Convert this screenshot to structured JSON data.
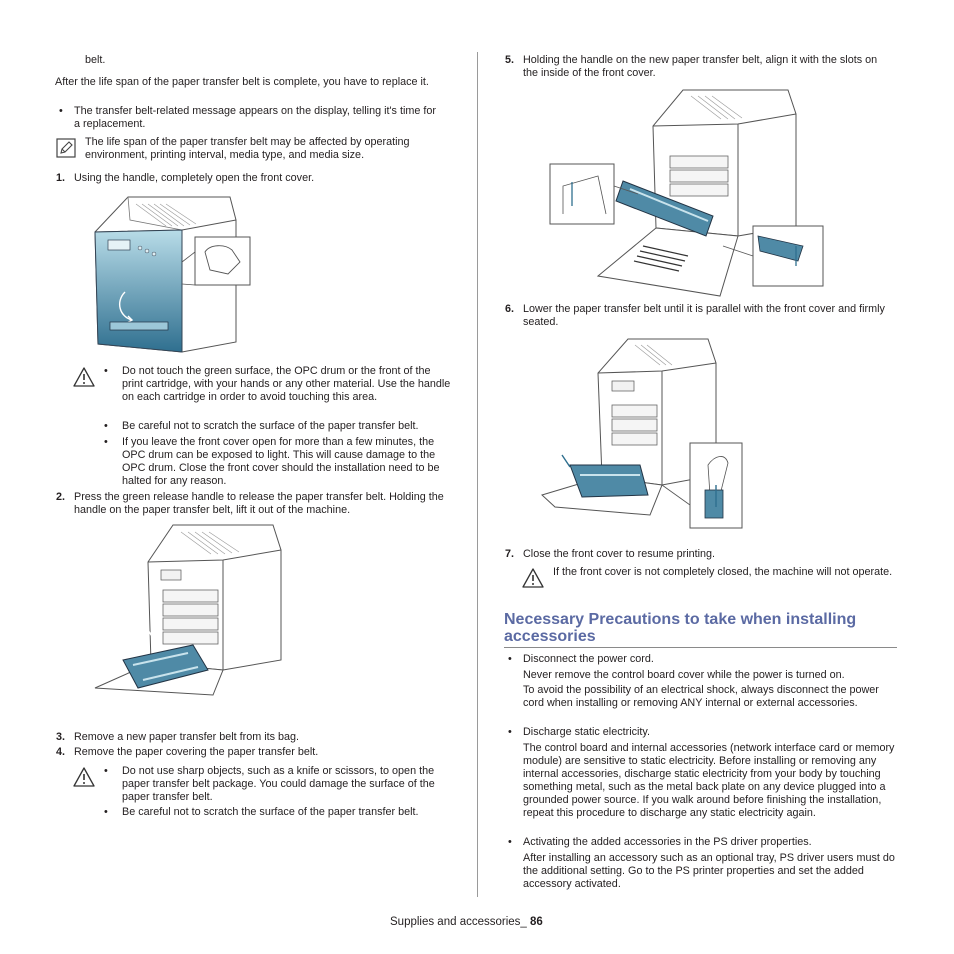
{
  "left": {
    "belt_fragment": "belt.",
    "intro": "After the life span of the paper transfer belt is complete, you have to replace it.",
    "bullet_message": "The transfer belt-related message appears on the display, telling it's time for a replacement.",
    "note_lifespan": "The life span of the paper transfer belt may be affected by operating environment, printing interval, media type, and media size.",
    "step1_num": "1.",
    "step1": "Using the handle, completely open the front cover.",
    "caution1": [
      "Do not touch the green surface, the OPC drum or the front of the print cartridge, with your hands or any other material. Use the handle on each cartridge in order to avoid touching this area.",
      "Be careful not to scratch the surface of the paper transfer belt.",
      "If you leave the front cover open for more than a few minutes, the OPC drum can be exposed to light. This will cause damage to the OPC drum. Close the front cover should the installation need to be halted for any reason."
    ],
    "step2_num": "2.",
    "step2": "Press the green release handle to release the paper transfer belt. Holding the handle on the paper transfer belt, lift it out of the machine.",
    "step3_num": "3.",
    "step3": "Remove a new paper transfer belt from its bag.",
    "step4_num": "4.",
    "step4": "Remove the paper covering the paper transfer belt.",
    "caution2": [
      "Do not use sharp objects, such as a knife or scissors, to open the paper transfer belt package. You could damage the surface of the paper transfer belt.",
      "Be careful not to scratch the surface of the paper transfer belt."
    ]
  },
  "right": {
    "step5_num": "5.",
    "step5": "Holding the handle on the new paper transfer belt, align it with the slots on the inside of the front cover.",
    "step6_num": "6.",
    "step6": "Lower the paper transfer belt until it is parallel with the front cover and firmly seated.",
    "step7_num": "7.",
    "step7": "Close the front cover to resume printing.",
    "caution3": "If the front cover is not completely closed, the machine will not operate.",
    "heading": "Necessary Precautions to take when installing accessories",
    "items": [
      {
        "bullet": "Disconnect the power cord.",
        "paras": [
          "Never remove the control board cover while the power is turned on.",
          "To avoid the possibility of an electrical shock, always disconnect the power cord when installing or removing ANY internal or external accessories."
        ]
      },
      {
        "bullet": "Discharge static electricity.",
        "paras": [
          "The control board and internal accessories (network interface card or memory module) are sensitive to static electricity. Before installing or removing any internal accessories, discharge static electricity from your body by touching something metal, such as the metal back plate on any device plugged into a grounded power source. If you walk around before finishing the installation, repeat this procedure to discharge any static electricity again."
        ]
      },
      {
        "bullet": "Activating the added accessories in the PS driver properties.",
        "paras": [
          "After installing an accessory such as an optional tray, PS driver users must do the additional setting. Go to the PS printer properties and set the added accessory activated."
        ]
      }
    ]
  },
  "footer": {
    "label": "Supplies and accessories_",
    "page": "86"
  },
  "bullet_char": "•",
  "colors": {
    "heading": "#5b6aa3",
    "belt_blue": "#2f6f8f",
    "text": "#231f20"
  },
  "icons": {
    "note": "note-pencil-icon",
    "caution": "warning-triangle-icon"
  }
}
